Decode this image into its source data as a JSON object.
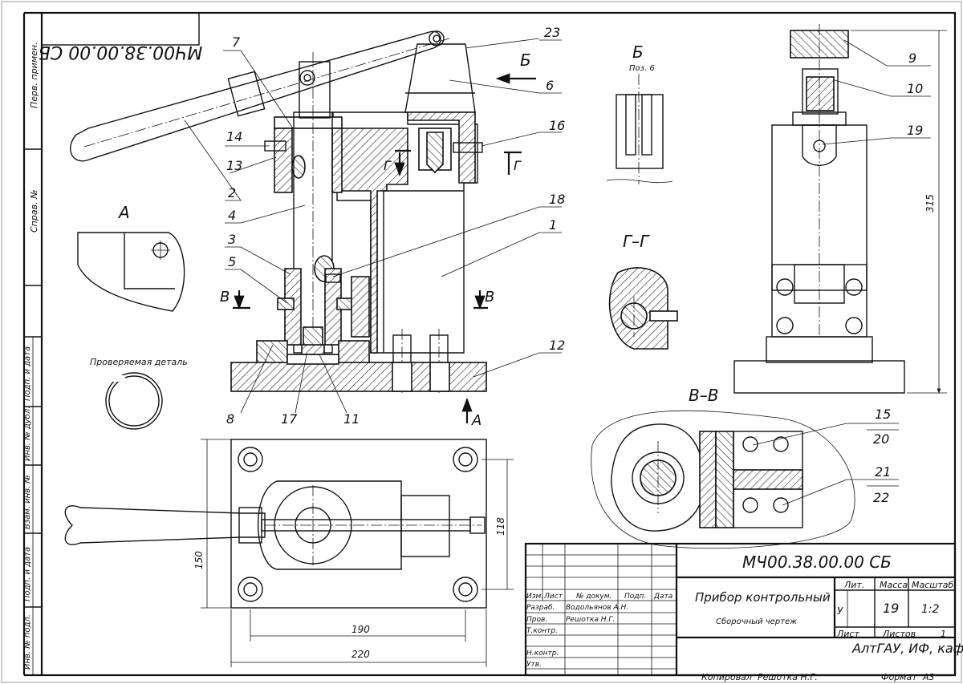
{
  "stamp_mirrored": "МЧ00.38.00.00 СБ",
  "side_strip": [
    "Перв. примен.",
    "Справ. №",
    "Подп. и дата",
    "Инв. № дубл.",
    "Взам. инв. №",
    "Подп. и дата",
    "Инв. № подл."
  ],
  "callouts": {
    "c1": "1",
    "c2": "2",
    "c3": "3",
    "c4": "4",
    "c5": "5",
    "c6": "6",
    "c7": "7",
    "c8": "8",
    "c9": "9",
    "c10": "10",
    "c11": "11",
    "c12": "12",
    "c13": "13",
    "c14": "14",
    "c15": "15",
    "c16": "16",
    "c17": "17",
    "c18": "18",
    "c19": "19",
    "c20": "20",
    "c21": "21",
    "c22": "22",
    "c23": "23"
  },
  "views": {
    "view_a": "А",
    "view_b": "Б",
    "view_b_sub": "Поз. 6",
    "section_gg": "Г–Г",
    "section_vv": "В–В",
    "arrow_b": "Б",
    "arrow_a": "А",
    "cut_v_left": "В",
    "cut_v_right": "В",
    "cut_g_left": "Г",
    "cut_g_right": "Г",
    "part_caption": "Проверяемая деталь"
  },
  "dimensions": {
    "d315": "315",
    "d118": "118",
    "d150": "150",
    "d190": "190",
    "d220": "220"
  },
  "title_block": {
    "designation": "МЧ00.38.00.00 СБ",
    "name": "Прибор контрольный",
    "doc_type": "Сборочный чертеж",
    "hdr_izm": "Изм.",
    "hdr_list": "Лист",
    "hdr_doc": "№ докум.",
    "hdr_sign": "Подп.",
    "hdr_date": "Дата",
    "role_razrab": "Разраб.",
    "name_razrab": "Водольянов А.Н.",
    "role_prov": "Пров.",
    "name_prov": "Решотка Н.Г.",
    "role_tkontr": "Т.контр.",
    "role_nkontr": "Н.контр.",
    "role_utv": "Утв.",
    "col_lit": "Лит.",
    "col_massa": "Масса",
    "col_masshtab": "Масштаб",
    "lit_value": "У",
    "massa_value": "19",
    "masshtab_value": "1:2",
    "list_label": "Лист",
    "listov_label": "Листов",
    "listov_value": "1",
    "org": "АлтГАУ, ИФ, каф. МиИГ",
    "copied_label": "Копировал",
    "copied_name": "Решотка Н.Г.",
    "format_label": "Формат",
    "format_value": "А3"
  }
}
